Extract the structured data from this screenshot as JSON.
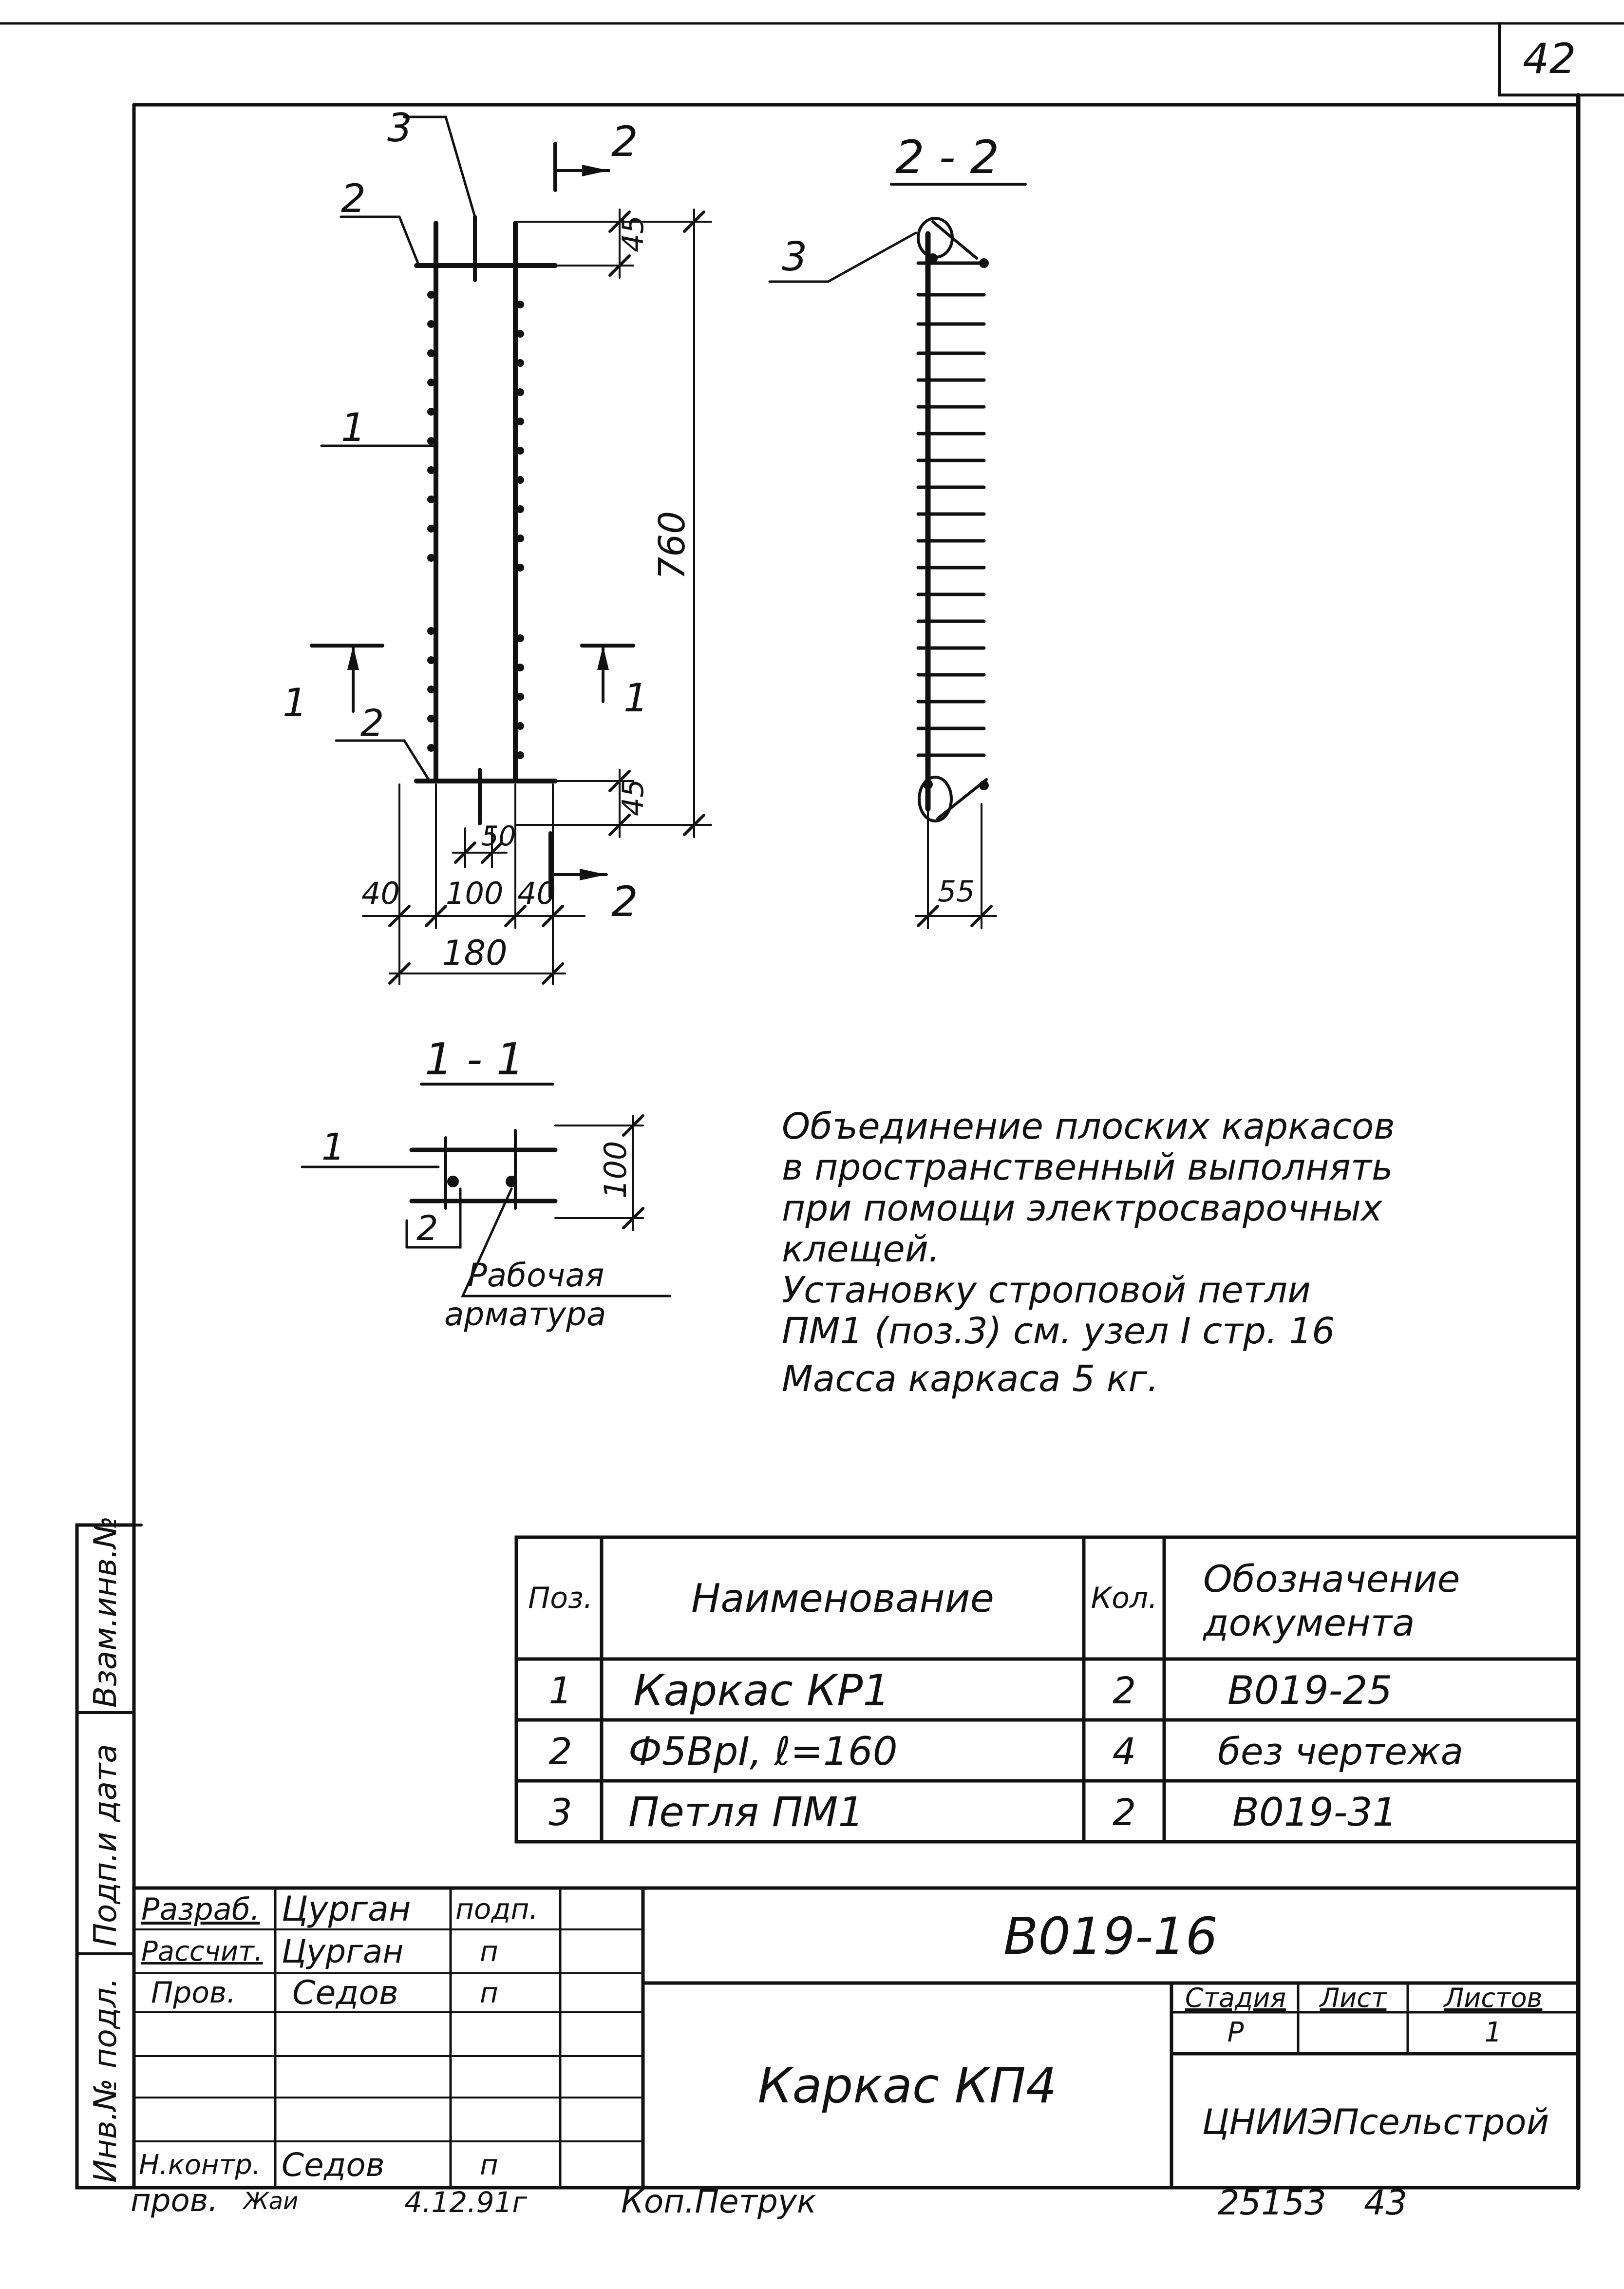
{
  "page_number": "42",
  "views": {
    "section_2_2": "2 - 2",
    "section_1_1": "1 - 1",
    "cut_mark_2": "2",
    "cut_mark_1": "1"
  },
  "dimensions": {
    "top_45": "45",
    "bottom_45": "45",
    "height_760": "760",
    "d_50": "50",
    "d_40_left": "40",
    "d_100": "100",
    "d_40_right": "40",
    "d_180": "180",
    "d_55": "55",
    "d_100_section": "100"
  },
  "callouts": {
    "pos_1": "1",
    "pos_2": "2",
    "pos_3": "3",
    "rabochaya": "Рабочая",
    "armatura": "арматура"
  },
  "notes": [
    "Объединение плоских каркасов",
    "в пространственный выполнять",
    "при помощи электросварочных",
    "клещей.",
    "Установку строповой петли",
    "ПМ1  (поз.3) см. узел I стр. 16",
    "Масса каркаса   5 кг."
  ],
  "spec_table": {
    "headers": {
      "pos": "Поз.",
      "name": "Наименование",
      "qty": "Кол.",
      "doc_line1": "Обозначение",
      "doc_line2": "документа"
    },
    "rows": [
      {
        "pos": "1",
        "name": "Каркас КР1",
        "qty": "2",
        "doc": "В019-25"
      },
      {
        "pos": "2",
        "name": "Ф5ВрI, ℓ=160",
        "qty": "4",
        "doc": "без чертежа"
      },
      {
        "pos": "3",
        "name": "Петля ПМ1",
        "qty": "2",
        "doc": "В019-31"
      }
    ]
  },
  "side_stamp": {
    "vzam_inv": "Взам.инв.№",
    "podp_data": "Подп.и дата",
    "inv_podl": "Инв.№ подл."
  },
  "title_block": {
    "rows": [
      {
        "role": "Разраб.",
        "name": "Цурган",
        "sign": "подп."
      },
      {
        "role": "Рассчит.",
        "name": "Цурган",
        "sign": "п"
      },
      {
        "role": "Пров.",
        "name": "Седов",
        "sign": "п"
      },
      {
        "role": "",
        "name": "",
        "sign": ""
      },
      {
        "role": "",
        "name": "",
        "sign": ""
      },
      {
        "role": "",
        "name": "",
        "sign": ""
      },
      {
        "role": "Н.контр.",
        "name": "Седов",
        "sign": "п"
      }
    ],
    "doc_code": "В019-16",
    "title": "Каркас КП4",
    "stage_label": "Стадия",
    "sheet_label": "Лист",
    "sheets_label": "Листов",
    "stage_value": "Р",
    "sheet_value": "",
    "sheets_value": "1",
    "organization": "ЦНИИЭПсельстрой"
  },
  "footer": {
    "checked": "пров.",
    "signature": "Жаи",
    "date": "4.12.91г",
    "copier": "Коп.Петрук",
    "archive_no": "25153",
    "page": "43"
  }
}
